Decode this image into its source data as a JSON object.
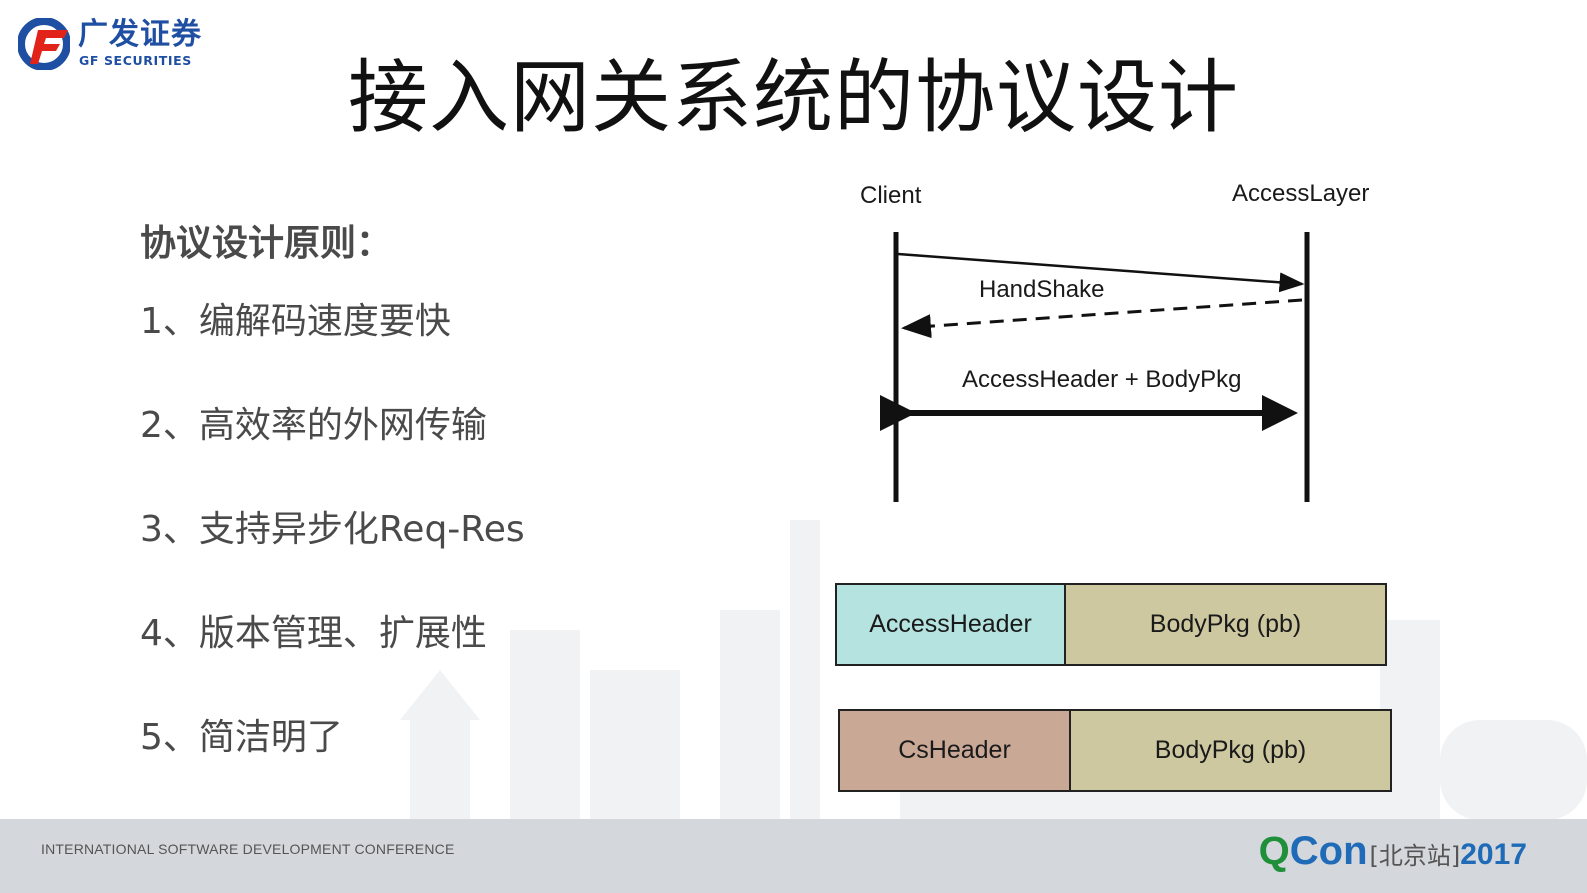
{
  "logo": {
    "cn": "广发证券",
    "en": "GF SECURITIES",
    "colors": {
      "blue": "#1f4fa2",
      "red": "#e2231a"
    }
  },
  "title": "接入网关系统的协议设计",
  "principles": {
    "heading": "协议设计原则：",
    "items": [
      "1、编解码速度要快",
      "2、高效率的外网传输",
      "3、支持异步化Req-Res",
      "4、版本管理、扩展性",
      "5、简洁明了"
    ]
  },
  "sequence_diagram": {
    "participants": [
      "Client",
      "AccessLayer"
    ],
    "messages": [
      {
        "label": "HandShake",
        "from": "Client",
        "to": "AccessLayer",
        "style": "solid"
      },
      {
        "label": "",
        "from": "AccessLayer",
        "to": "Client",
        "style": "dashed"
      },
      {
        "label": "AccessHeader + BodyPkg",
        "from": "Client",
        "to": "AccessLayer",
        "style": "bidirectional-bold"
      }
    ]
  },
  "packets": [
    {
      "header": "AccessHeader",
      "body": "BodyPkg (pb)",
      "header_color": "#b5e3df",
      "body_color": "#cdc8a0"
    },
    {
      "header": "CsHeader",
      "body": "BodyPkg (pb)",
      "header_color": "#c9a896",
      "body_color": "#cdc8a0"
    }
  ],
  "footer": {
    "conference": "INTERNATIONAL SOFTWARE DEVELOPMENT CONFERENCE",
    "brand_q": "Q",
    "brand_con": "Con",
    "city": "[北京站]",
    "year": "2017"
  }
}
